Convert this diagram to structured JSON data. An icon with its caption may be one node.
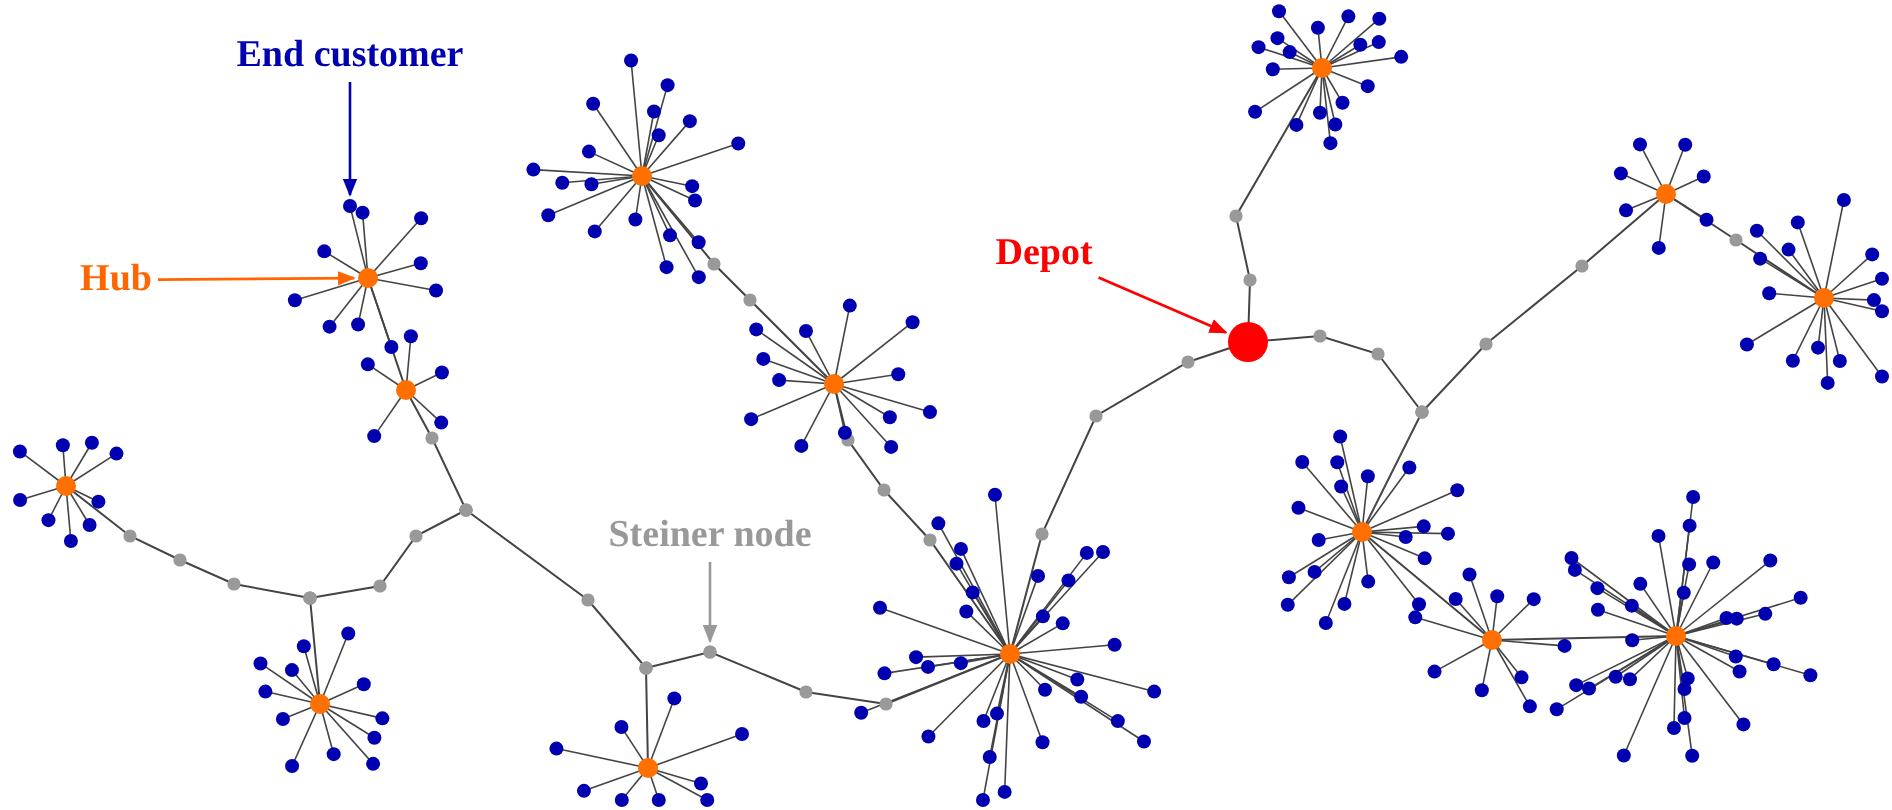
{
  "diagram": {
    "nodes": [
      {
        "text": [
          "End customer"
        ]
      },
      {
        "text": [
          "Hub"
        ]
      },
      {
        "text": [
          "Depot"
        ]
      },
      {
        "text": [
          "Steiner node"
        ]
      },
      {
        "text": [],
        "shape": "circle"
      },
      {
        "text": [],
        "shape": "circle"
      },
      {
        "text": [],
        "shape": "circle"
      },
      {
        "text": [],
        "shape": "circle"
      }
    ],
    "edges": [
      {
        "from": 0,
        "to": 4,
        "arrow": "to",
        "color": "#0000b0"
      },
      {
        "from": 1,
        "to": 5,
        "arrow": "to",
        "color": "#ff6600"
      },
      {
        "from": 2,
        "to": 6,
        "arrow": "to",
        "color": "#ff0000"
      },
      {
        "from": 3,
        "to": 7,
        "arrow": "to",
        "color": "#999999"
      }
    ]
  }
}
